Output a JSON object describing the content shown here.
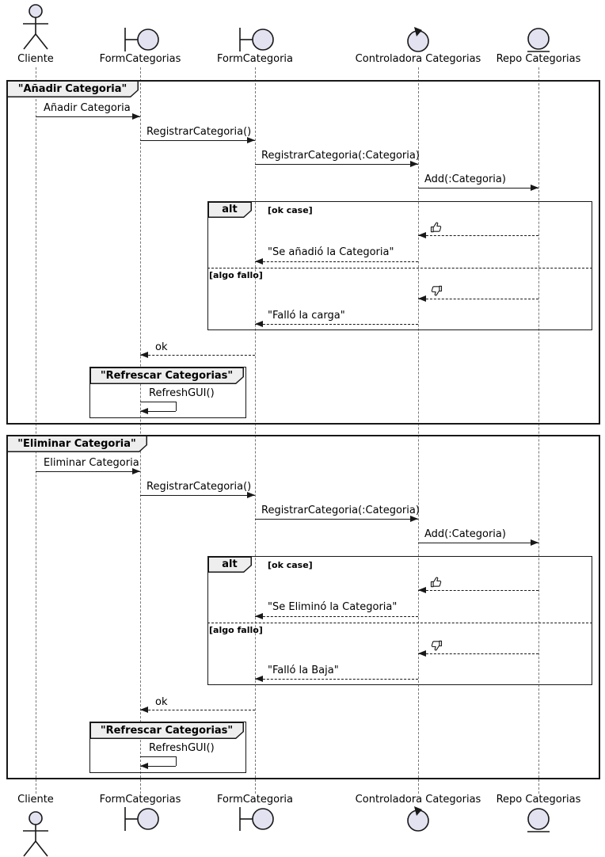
{
  "participants": [
    {
      "label": "Cliente",
      "type": "actor"
    },
    {
      "label": "FormCategorias",
      "type": "boundary"
    },
    {
      "label": "FormCategoria",
      "type": "boundary"
    },
    {
      "label": "Controladora Categorias",
      "type": "control"
    },
    {
      "label": "Repo Categorias",
      "type": "entity"
    }
  ],
  "colors": {
    "participant_fill": "#E2E2F0",
    "frame_tab_fill": "#EEEEEE",
    "line": "#181818",
    "lifeline": "#777777"
  },
  "frames": [
    {
      "title": "\"Añadir Categoria\"",
      "messages": [
        {
          "label": "Añadir Categoria",
          "from": "Cliente",
          "to": "FormCategorias"
        },
        {
          "label": "RegistrarCategoria()",
          "from": "FormCategorias",
          "to": "FormCategoria"
        },
        {
          "label": "RegistrarCategoria(:Categoria)",
          "from": "FormCategoria",
          "to": "Controladora Categorias"
        },
        {
          "label": "Add(:Categoria)",
          "from": "Controladora Categorias",
          "to": "Repo Categorias"
        }
      ],
      "alt": {
        "operator": "alt",
        "ok_guard": "[ok case]",
        "ok_icon": "thumbs-up",
        "ok_reply": "\"Se añadió la Categoria\"",
        "fail_guard": "[algo fallo]",
        "fail_icon": "thumbs-down",
        "fail_reply": "\"Falló la carga\""
      },
      "return_label": "ok",
      "inner_frame": {
        "title": "\"Refrescar Categorias\"",
        "self_message": "RefreshGUI()"
      }
    },
    {
      "title": "\"Eliminar Categoria\"",
      "messages": [
        {
          "label": "Eliminar Categoria",
          "from": "Cliente",
          "to": "FormCategorias"
        },
        {
          "label": "RegistrarCategoria()",
          "from": "FormCategorias",
          "to": "FormCategoria"
        },
        {
          "label": "RegistrarCategoria(:Categoria)",
          "from": "FormCategoria",
          "to": "Controladora Categorias"
        },
        {
          "label": "Add(:Categoria)",
          "from": "Controladora Categorias",
          "to": "Repo Categorias"
        }
      ],
      "alt": {
        "operator": "alt",
        "ok_guard": "[ok case]",
        "ok_icon": "thumbs-up",
        "ok_reply": "\"Se Eliminó la Categoria\"",
        "fail_guard": "[algo fallo]",
        "fail_icon": "thumbs-down",
        "fail_reply": "\"Falló la Baja\""
      },
      "return_label": "ok",
      "inner_frame": {
        "title": "\"Refrescar Categorias\"",
        "self_message": "RefreshGUI()"
      }
    }
  ]
}
